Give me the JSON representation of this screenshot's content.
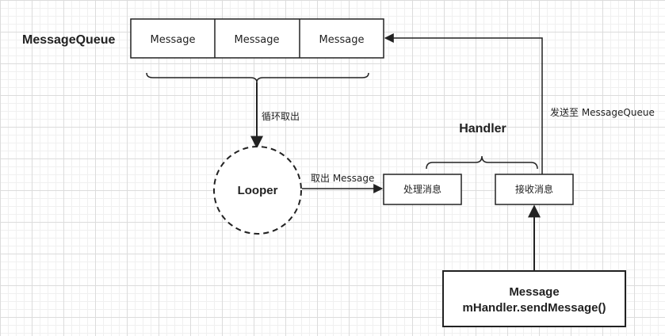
{
  "queue": {
    "title": "MessageQueue",
    "cells": [
      "Message",
      "Message",
      "Message"
    ]
  },
  "loop_label": "循环取出",
  "looper": {
    "label": "Looper"
  },
  "take_label": "取出 Message",
  "handler": {
    "title": "Handler",
    "process_label": "处理消息",
    "receive_label": "接收消息"
  },
  "send_to_label": "发送至 MessageQueue",
  "sender": {
    "line1": "Message",
    "line2": "mHandler.sendMessage()"
  },
  "colors": {
    "stroke": "#222222",
    "fill": "#ffffff"
  }
}
